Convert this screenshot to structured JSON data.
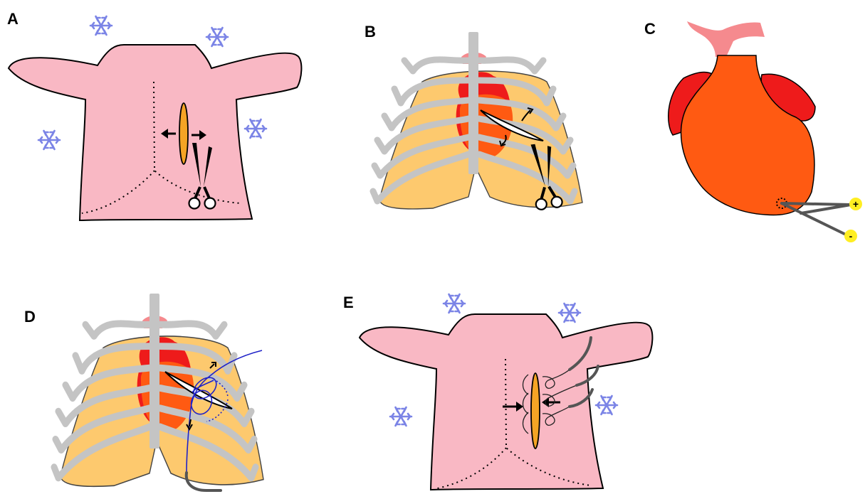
{
  "panels": {
    "a": {
      "label": "A"
    },
    "b": {
      "label": "B"
    },
    "c": {
      "label": "C",
      "plus": "+",
      "minus": "-"
    },
    "d": {
      "label": "D"
    },
    "e": {
      "label": "E"
    }
  },
  "colors": {
    "skin": "#f9b8c4",
    "ribs": "#c4c4c4",
    "thorax": "#fdc96e",
    "heart": "#ff5a12",
    "atrium": "#ee1b1b",
    "vessel": "#f58a8e",
    "incision": "#f5a425",
    "suture": "#1f22c8",
    "snowflake": "#7b84e6",
    "electrode": "#ffee22"
  },
  "icons": [
    "snowflake-icon",
    "scissors-icon",
    "arrow-icon",
    "suture-needle-icon",
    "pacing-electrode-icon"
  ]
}
